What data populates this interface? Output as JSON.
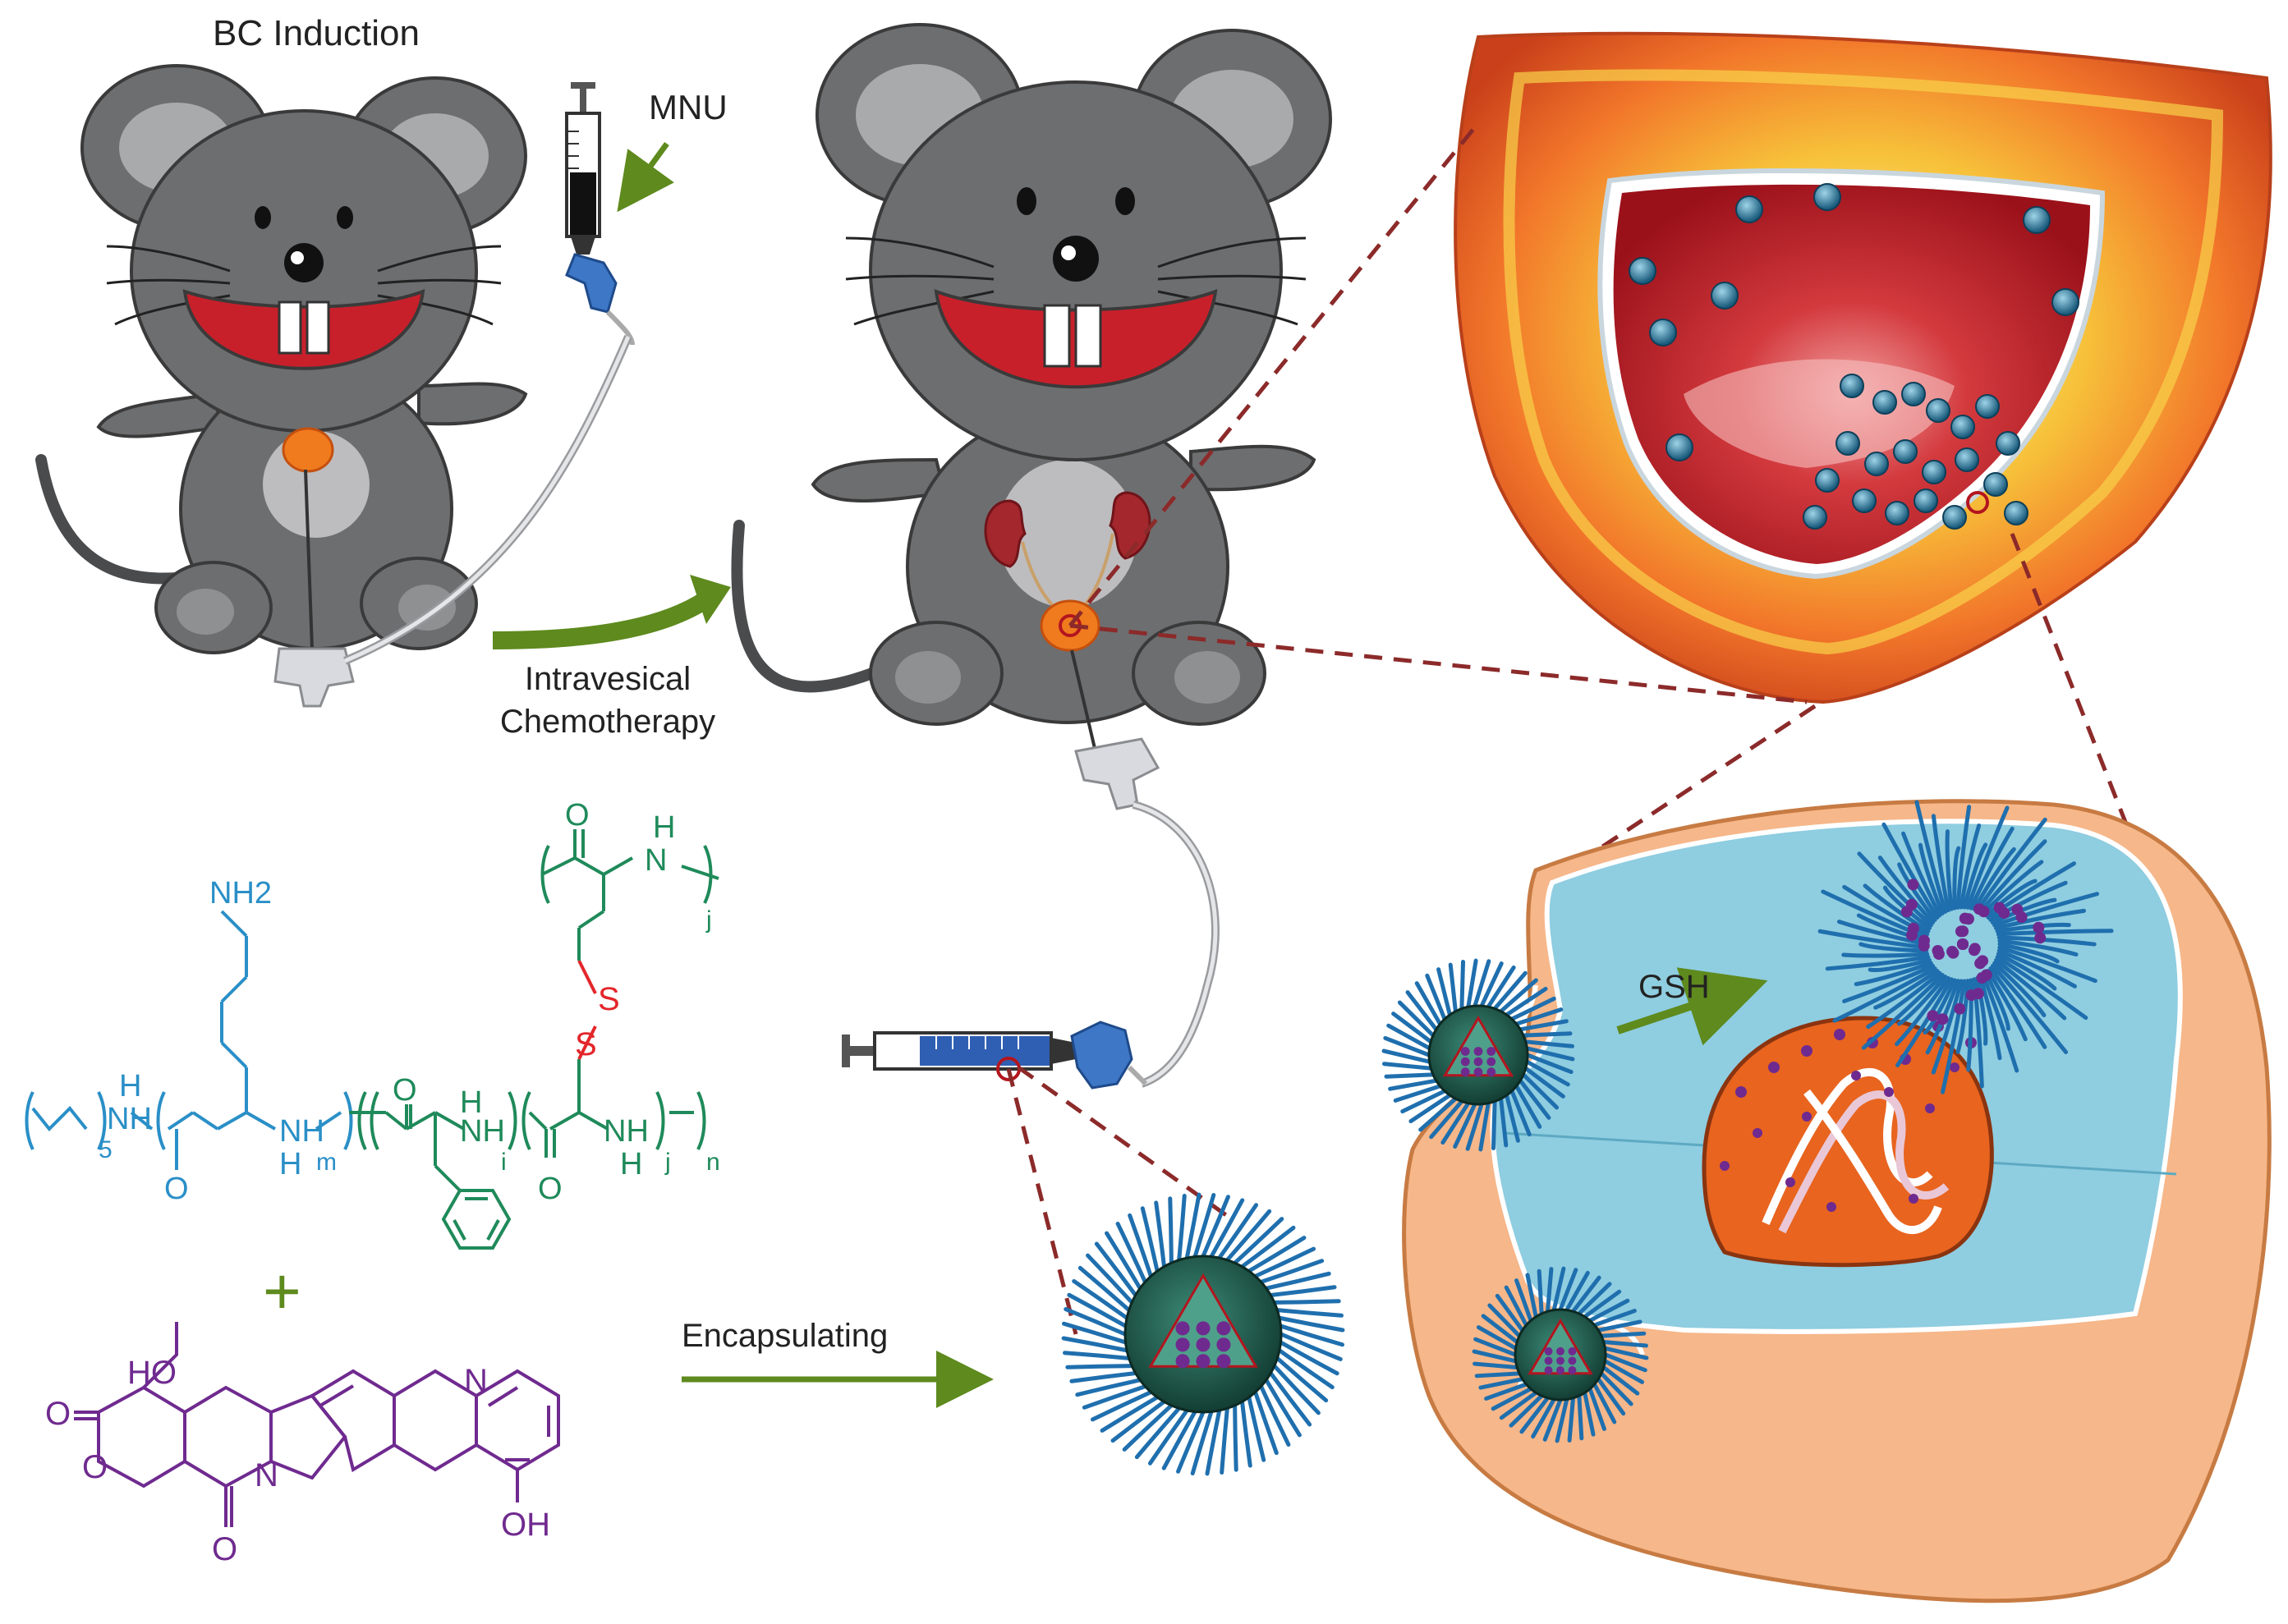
{
  "labels": {
    "bc_induction": "BC Induction",
    "mnu": "MNU",
    "intravesical_line1": "Intravesical",
    "intravesical_line2": "Chemotherapy",
    "encapsulating": "Encapsulating",
    "gsh": "GSH"
  },
  "polymer": {
    "nh2": "NH2",
    "nh_cap": "NH",
    "h_cap": "H",
    "five": "5",
    "o_lys": "O",
    "nh_lys": "NH",
    "h_lys": "H",
    "m": "m",
    "o_phe": "O",
    "nh_phe": "NH",
    "h_phe": "H",
    "i": "i",
    "o_cys": "O",
    "nh_cys": "NH",
    "h_cys": "H",
    "j": "j",
    "n": "n",
    "s1": "S",
    "s2": "S",
    "o_top": "O",
    "h_top": "H",
    "n_top": "N",
    "j_top": "j",
    "plus": "+"
  },
  "drug": {
    "ho": "HO",
    "o1": "O",
    "o2": "O",
    "o3": "O",
    "n1": "N",
    "n2": "N",
    "oh": "OH"
  },
  "colors": {
    "mouse_body": "#6d6e70",
    "mouse_ear_inner": "#a9aaac",
    "mouth": "#c8202b",
    "arrow_green": "#5e8a1e",
    "lys_blue": "#2a8fc7",
    "polymer_green": "#1f8a5a",
    "disulfide_red": "#e3262a",
    "drug_purple": "#6f2a8f",
    "bladder_red": "#b3151f",
    "tissue_orange": "#f2762a",
    "cytoplasm_blue": "#8fcde0",
    "cell_peach": "#f6b78a",
    "nucleus_orange": "#e8641f",
    "dashed_line": "#8c2a2a",
    "micelle_blue": "#1f6fae",
    "micelle_core": "#2a6a5a"
  },
  "icons": [
    "mouse-icon",
    "syringe-icon",
    "catheter-icon",
    "bladder-icon",
    "kidney-icon",
    "micelle-icon",
    "cell-icon",
    "nucleus-icon",
    "dna-icon",
    "tissue-section-icon"
  ]
}
